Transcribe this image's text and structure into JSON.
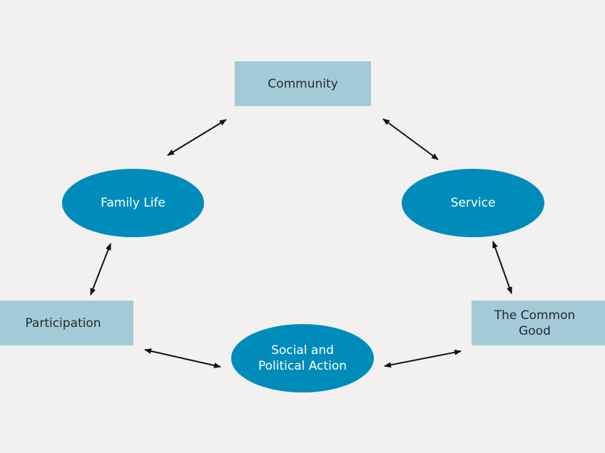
{
  "nodes": {
    "community": "Community",
    "family_life": "Family Life",
    "service": "Service",
    "participation": "Participation",
    "common_good": "The Common\nGood",
    "social_action": "Social and\nPolitical Action"
  },
  "colors": {
    "background": "#f2f1f0",
    "box_fill": "#a3cbd7",
    "oval_fill": "#008cba",
    "arrow": "#111111"
  }
}
